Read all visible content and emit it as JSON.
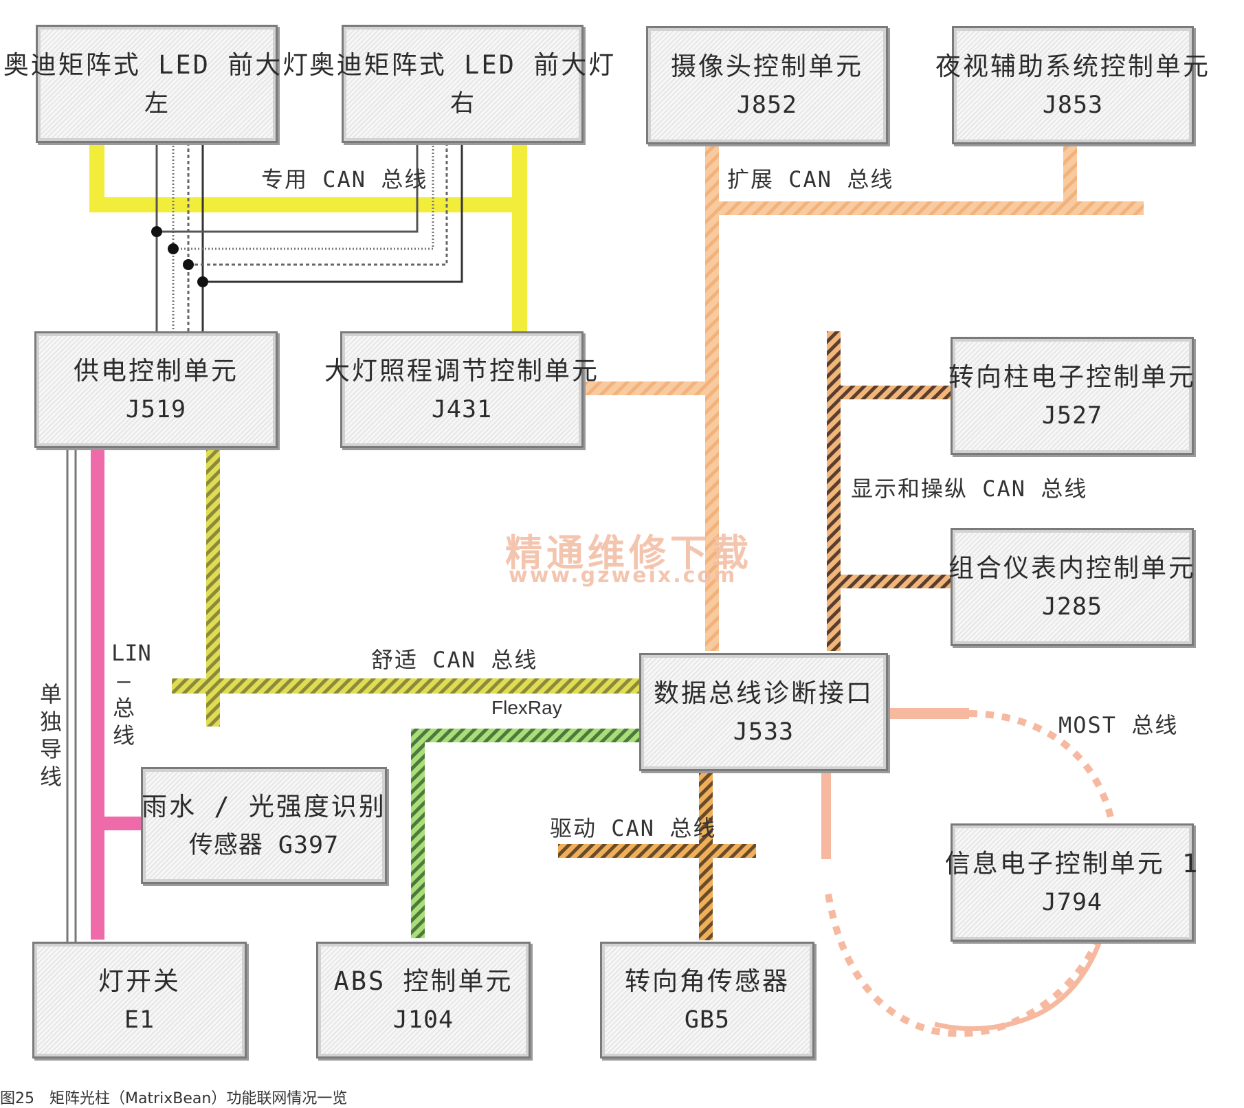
{
  "boxes": {
    "led_left": {
      "line1": "奥迪矩阵式 LED 前大灯",
      "line2": "左"
    },
    "led_right": {
      "line1": "奥迪矩阵式 LED 前大灯",
      "line2": "右"
    },
    "camera": {
      "line1": "摄像头控制单元",
      "line2": "J852"
    },
    "night": {
      "line1": "夜视辅助系统控制单元",
      "line2": "J853"
    },
    "power": {
      "line1": "供电控制单元",
      "line2": "J519"
    },
    "headlight_range": {
      "line1": "大灯照程调节控制单元",
      "line2": "J431"
    },
    "steering_column": {
      "line1": "转向柱电子控制单元",
      "line2": "J527"
    },
    "cluster": {
      "line1": "组合仪表内控制单元",
      "line2": "J285"
    },
    "gateway": {
      "line1": "数据总线诊断接口",
      "line2": "J533"
    },
    "rain": {
      "line1": "雨水 / 光强度识别",
      "line2": "传感器 G397"
    },
    "infotainment": {
      "line1": "信息电子控制单元 1",
      "line2": "J794"
    },
    "light_switch": {
      "line1": "灯开关",
      "line2": "E1"
    },
    "abs": {
      "line1": "ABS 控制单元",
      "line2": "J104"
    },
    "steering_angle": {
      "line1": "转向角传感器",
      "line2": "GB5"
    }
  },
  "buses": {
    "private_can": "专用 CAN 总线",
    "extended_can": "扩展 CAN 总线",
    "display_can": "显示和操纵 CAN 总线",
    "comfort_can": "舒适 CAN 总线",
    "flexray": "FlexRay",
    "most": "MOST 总线",
    "drive_can": "驱动 CAN 总线",
    "lin": "LIN — 总线",
    "single_wire": "单独导线"
  },
  "colors": {
    "private_can": "#f2ec3a",
    "extended_can": "#f6c48e",
    "display_can": "#6b4a3a",
    "comfort_can": "#c9c23a",
    "flexray": "#7cc25a",
    "drive_can": "#d98a2a",
    "most": "#f6b9a0",
    "lin": "#ee6aa8"
  },
  "watermark": {
    "title": "精通维修下载",
    "url": "www.gzweix.com"
  },
  "caption": "图25　矩阵光柱（MatrixBean）功能联网情况一览"
}
